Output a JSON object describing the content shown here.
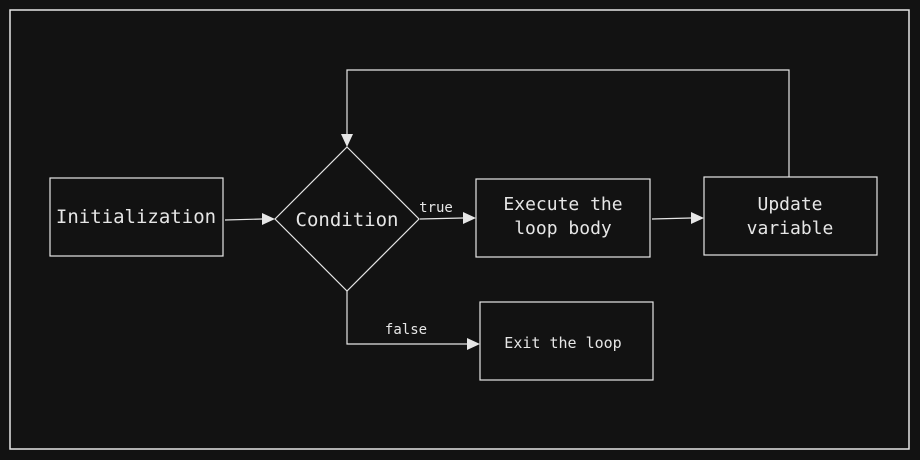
{
  "nodes": {
    "initialization": "Initialization",
    "condition": "Condition",
    "execute_line1": "Execute the",
    "execute_line2": "loop body",
    "update_line1": "Update",
    "update_line2": "variable",
    "exit": "Exit the loop"
  },
  "edges": {
    "true_label": "true",
    "false_label": "false"
  }
}
